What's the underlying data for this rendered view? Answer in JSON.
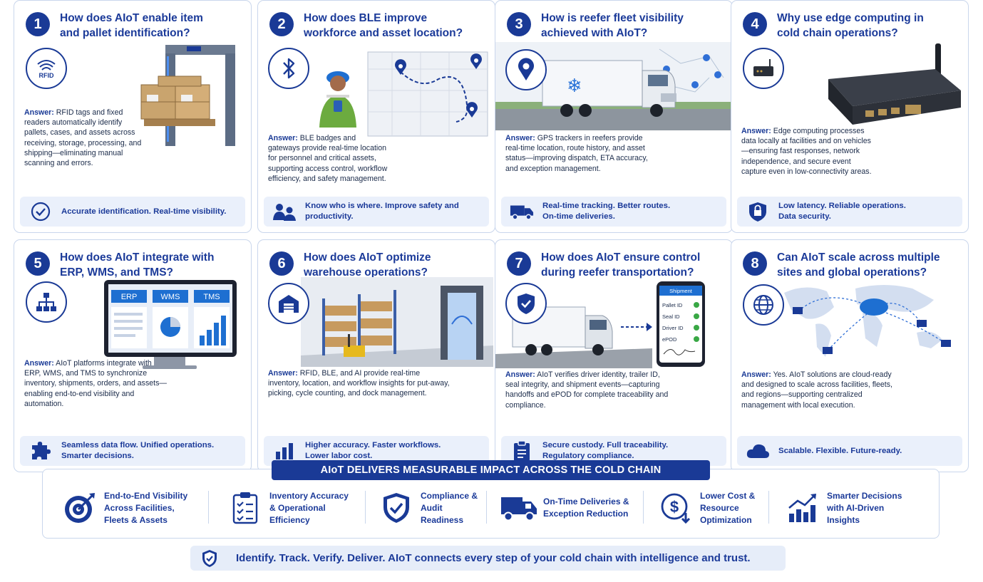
{
  "cards": [
    {
      "number": "1",
      "question": "How does AIoT enable item and pallet identification?",
      "icon_label": "RFID",
      "answer_label": "Answer:",
      "answer": "RFID tags and fixed readers automatically identify pallets, cases, and assets across receiving, storage, processing, and shipping—eliminating manual scanning and errors.",
      "benefit": "Accurate identification. Real-time visibility.",
      "icon": "rfid-icon",
      "benefit_icon": "check-circle-icon"
    },
    {
      "number": "2",
      "question": "How does BLE improve workforce and asset location?",
      "answer_label": "Answer:",
      "answer": "BLE badges and gateways provide real-time location for personnel and critical assets, supporting access control, workflow efficiency, and safety management.",
      "benefit": "Know who is where. Improve safety and productivity.",
      "icon": "bluetooth-icon",
      "benefit_icon": "people-icon"
    },
    {
      "number": "3",
      "question": "How is reefer fleet visibility achieved with AIoT?",
      "answer_label": "Answer:",
      "answer": "GPS trackers in reefers provide real-time location, route history, and asset status—improving dispatch, ETA accuracy, and exception management.",
      "benefit": "Real-time tracking. Better routes. On-time deliveries.",
      "icon": "location-pin-icon",
      "benefit_icon": "truck-icon"
    },
    {
      "number": "4",
      "question": "Why use edge computing in cold chain operations?",
      "answer_label": "Answer:",
      "answer": "Edge computing processes data locally at facilities and on vehicles—ensuring fast responses, network independence, and secure event capture even in low-connectivity areas.",
      "benefit": "Low latency. Reliable operations. Data security.",
      "icon": "edge-device-icon",
      "benefit_icon": "lock-shield-icon"
    },
    {
      "number": "5",
      "question": "How does AIoT integrate with ERP, WMS, and TMS?",
      "answer_label": "Answer:",
      "answer": "AIoT platforms integrate with ERP, WMS, and TMS to synchronize inventory, shipments, orders, and assets—enabling end-to-end visibility and automation.",
      "benefit": "Seamless data flow. Unified operations. Smarter decisions.",
      "screen_tabs": [
        "ERP",
        "WMS",
        "TMS"
      ],
      "icon": "org-chart-icon",
      "benefit_icon": "puzzle-icon"
    },
    {
      "number": "6",
      "question": "How does AIoT optimize warehouse operations?",
      "answer_label": "Answer:",
      "answer": "RFID, BLE, and AI provide real-time inventory, location, and workflow insights for put-away, picking, cycle counting, and dock management.",
      "benefit": "Higher accuracy. Faster workflows. Lower labor cost.",
      "icon": "warehouse-icon",
      "benefit_icon": "bar-chart-icon"
    },
    {
      "number": "7",
      "question": "How does AIoT ensure control during reefer transportation?",
      "answer_label": "Answer:",
      "answer": "AIoT verifies driver identity, trailer ID, seal integrity, and shipment events—capturing handoffs and ePOD for complete traceability and compliance.",
      "benefit": "Secure custody. Full traceability. Regulatory compliance.",
      "phone": {
        "title": "Shipment",
        "rows": [
          "Pallet ID",
          "Seal ID",
          "Driver ID",
          "ePOD"
        ]
      },
      "icon": "shield-check-icon",
      "benefit_icon": "clipboard-icon"
    },
    {
      "number": "8",
      "question": "Can AIoT scale across multiple sites and global operations?",
      "answer_label": "Answer:",
      "answer": "Yes. AIoT solutions are cloud-ready and designed to scale across facilities, fleets, and regions—supporting centralized management with local execution.",
      "benefit": "Scalable. Flexible. Future-ready.",
      "icon": "globe-icon",
      "benefit_icon": "cloud-icon"
    }
  ],
  "impact": {
    "title": "AIoT DELIVERS MEASURABLE IMPACT ACROSS THE COLD CHAIN",
    "items": [
      {
        "label": "End-to-End Visibility Across Facilities, Fleets & Assets",
        "icon": "target-icon"
      },
      {
        "label": "Inventory Accuracy & Operational Efficiency",
        "icon": "checklist-icon"
      },
      {
        "label": "Compliance & Audit Readiness",
        "icon": "shield-check-icon"
      },
      {
        "label": "On-Time Deliveries & Exception Reduction",
        "icon": "truck-icon"
      },
      {
        "label": "Lower Cost & Resource Optimization",
        "icon": "dollar-down-icon"
      },
      {
        "label": "Smarter Decisions with AI-Driven Insights",
        "icon": "trend-chart-icon"
      }
    ]
  },
  "footer": {
    "text": "Identify. Track. Verify. Deliver.  AIoT connects every step of your cold chain with intelligence and trust.",
    "icon": "shield-check-icon"
  },
  "colors": {
    "primary": "#1a3a96",
    "light": "#eaf0fb",
    "border": "#c9d6ec"
  }
}
